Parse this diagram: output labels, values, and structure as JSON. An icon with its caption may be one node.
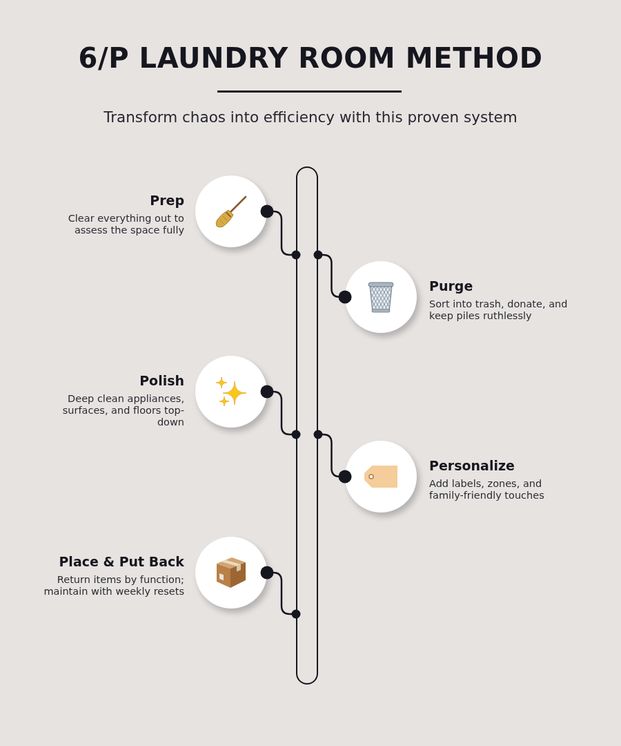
{
  "diagram": {
    "title": "6/P LAUNDRY ROOM METHOD",
    "nodes": [
      {
        "text": [
          "Prep",
          "Clear everything out to assess the space fully"
        ]
      },
      {
        "text": [
          "Purge",
          "Sort into trash, donate, and keep piles ruthlessly"
        ]
      },
      {
        "text": [
          "Polish",
          "Deep clean appliances, surfaces, and floors top-down"
        ]
      },
      {
        "text": [
          "Personalize",
          "Add labels, zones, and family-friendly touches"
        ]
      },
      {
        "text": [
          "Place & Put Back",
          "Return items by function; maintain with weekly resets"
        ]
      },
      {
        "text": [],
        "shape": "box"
      }
    ],
    "edges": [
      {
        "from": 0,
        "to": 5,
        "arrow": "other"
      },
      {
        "from": 1,
        "to": 5,
        "arrow": "other"
      },
      {
        "from": 2,
        "to": 5,
        "arrow": "other"
      },
      {
        "from": 3,
        "to": 5,
        "arrow": "other"
      },
      {
        "from": 4,
        "to": 5,
        "arrow": "other"
      }
    ],
    "labels": [
      "Transform chaos into efficiency with this proven system"
    ]
  }
}
